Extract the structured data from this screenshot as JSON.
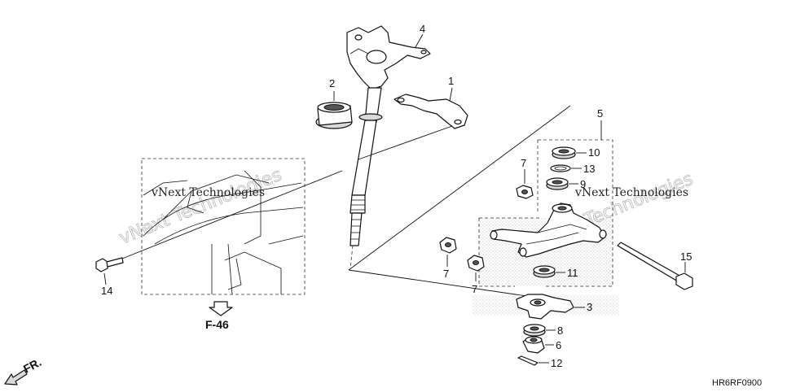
{
  "diagram": {
    "callouts": {
      "c1": "1",
      "c2": "2",
      "c3": "3",
      "c4": "4",
      "c5": "5",
      "c6": "6",
      "c7a": "7",
      "c7b": "7",
      "c7c": "7",
      "c8": "8",
      "c9": "9",
      "c10": "10",
      "c11": "11",
      "c12": "12",
      "c13": "13",
      "c14": "14",
      "c15": "15"
    },
    "reference": "F-46",
    "front_label": "FR.",
    "diagram_code": "HR6RF0900",
    "watermarks": {
      "w1": "vNext Technologies",
      "w2": "vNext Technologies",
      "w3": "vNext Technologies",
      "w4": "vNext Technologies"
    }
  }
}
